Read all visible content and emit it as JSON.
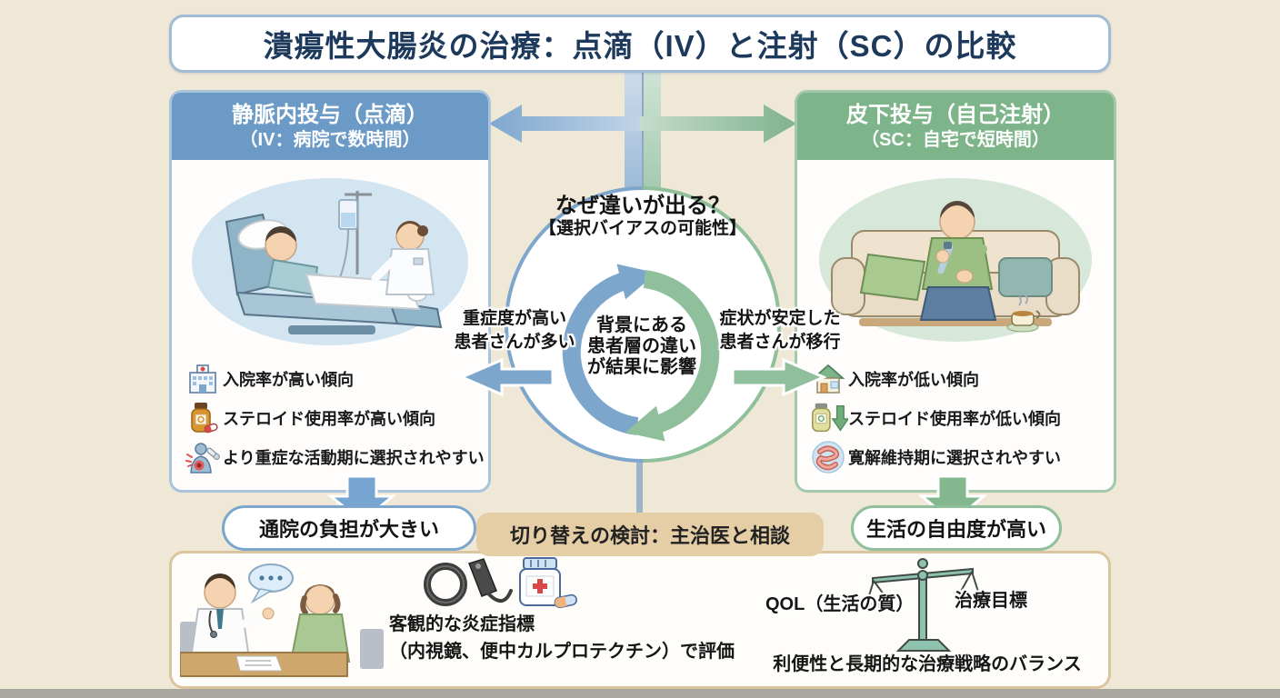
{
  "title": "潰瘍性大腸炎の治療：点滴（IV）と注射（SC）の比較",
  "iv_panel": {
    "header_line1": "静脈内投与（点滴）",
    "header_line2": "（IV：病院で数時間）",
    "illustration": "patient-receiving-iv-infusion-with-nurse",
    "bullets": [
      {
        "icon": "hospital-icon",
        "text": "入院率が高い傾向"
      },
      {
        "icon": "steroid-bottle-icon",
        "text": "ステロイド使用率が高い傾向"
      },
      {
        "icon": "severe-patient-icon",
        "text": "より重症な活動期に選択されやすい"
      }
    ],
    "outcome_label": "通院の負担が大きい"
  },
  "sc_panel": {
    "header_line1": "皮下投与（自己注射）",
    "header_line2": "（SC：自宅で短時間）",
    "illustration": "person-self-injecting-on-sofa",
    "bullets": [
      {
        "icon": "home-icon",
        "text": "入院率が低い傾向"
      },
      {
        "icon": "steroid-decrease-icon",
        "text": "ステロイド使用率が低い傾向"
      },
      {
        "icon": "intestine-icon",
        "text": "寛解維持期に選択されやすい"
      }
    ],
    "outcome_label": "生活の自由度が高い"
  },
  "center": {
    "question_line1": "なぜ違いが出る？",
    "question_line2": "【選択バイアスの可能性】",
    "left_note_line1": "重症度が高い",
    "left_note_line2": "患者さんが多い",
    "core_line1": "背景にある",
    "core_line2": "患者層の違い",
    "core_line3": "が結果に影響",
    "right_note_line1": "症状が安定した",
    "right_note_line2": "患者さんが移行"
  },
  "switch_section": {
    "header": "切り替えの検討：主治医と相談",
    "illustration": "doctor-patient-consultation",
    "icons": [
      "endoscope-icon",
      "medicine-bottle-icon",
      "balance-scale-icon"
    ],
    "evaluation_line1": "客観的な炎症指標",
    "evaluation_line2": "（内視鏡、便中カルプロテクチン）で評価",
    "scale_left_label": "QOL（生活の質）",
    "scale_right_label": "治療目標",
    "balance_note": "利便性と長期的な治療戦略のバランス"
  },
  "colors": {
    "background": "#f0e8d6",
    "iv_blue": "#6b9ac7",
    "iv_blue_light": "#a9c3da",
    "sc_green": "#7db489",
    "sc_green_light": "#a3c8ab",
    "title_text": "#1d3a5c",
    "switch_tan": "#e5cda6",
    "panel_tan_border": "#dcc59e"
  }
}
